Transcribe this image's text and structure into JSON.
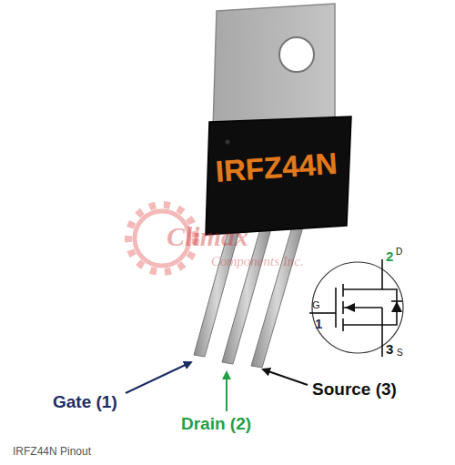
{
  "diagram": {
    "caption": "IRFZ44N Pinout",
    "labels": [
      "IRFZ44N",
      "Climax",
      "Components Inc.",
      "2",
      "D",
      "G",
      "1",
      "3",
      "S",
      "Gate (1)",
      "Drain (2)",
      "Source (3)"
    ]
  }
}
